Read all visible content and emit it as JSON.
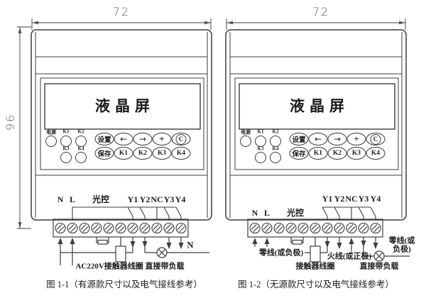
{
  "figure_left": {
    "dim_width": "72",
    "dim_height": "96",
    "lcd": "液晶屏",
    "indicators": {
      "power": "电源",
      "k1": "K1",
      "k2": "K2",
      "k3": "K3",
      "k4": "K4"
    },
    "buttons": {
      "set": "设置",
      "left": "←",
      "right": "→",
      "plus": "+",
      "clear": "C",
      "save": "保存",
      "k1": "K1",
      "k2": "K2",
      "k3": "K3",
      "k4": "K4"
    },
    "terminals": {
      "n": "N",
      "l": "L",
      "light": "光控",
      "y1": "Y1",
      "y2": "Y2",
      "nc": "NC",
      "y3": "Y3",
      "y4": "Y4"
    },
    "wiring": {
      "neutral": "N",
      "coil_load": "AC220V接触器线圈 直接带负载"
    },
    "caption": "图 1-1（有源款尺寸以及电气接线参考）"
  },
  "figure_right": {
    "dim_width": "72",
    "lcd": "液晶屏",
    "indicators": {
      "power": "电源",
      "k1": "K1",
      "k2": "K2",
      "k3": "K3",
      "k4": "K4"
    },
    "buttons": {
      "set": "设置",
      "left": "←",
      "right": "→",
      "plus": "+",
      "clear": "C",
      "save": "保存",
      "k1": "K1",
      "k2": "K2",
      "k3": "K3",
      "k4": "K4"
    },
    "terminals": {
      "n": "N",
      "l": "L",
      "light": "光控",
      "y1": "Y1",
      "y2": "Y2",
      "nc": "NC",
      "y3": "Y3",
      "y4": "Y4"
    },
    "wiring": {
      "neutral_in": "零线(或负极)",
      "coil": "接触器线圈",
      "live_in": "火线(或正极)",
      "load": "直接带负载",
      "neutral_out_1": "零线(或",
      "neutral_out_2": "负极)"
    },
    "caption": "图 1-2（无源款尺寸以及电气接线参考）"
  }
}
